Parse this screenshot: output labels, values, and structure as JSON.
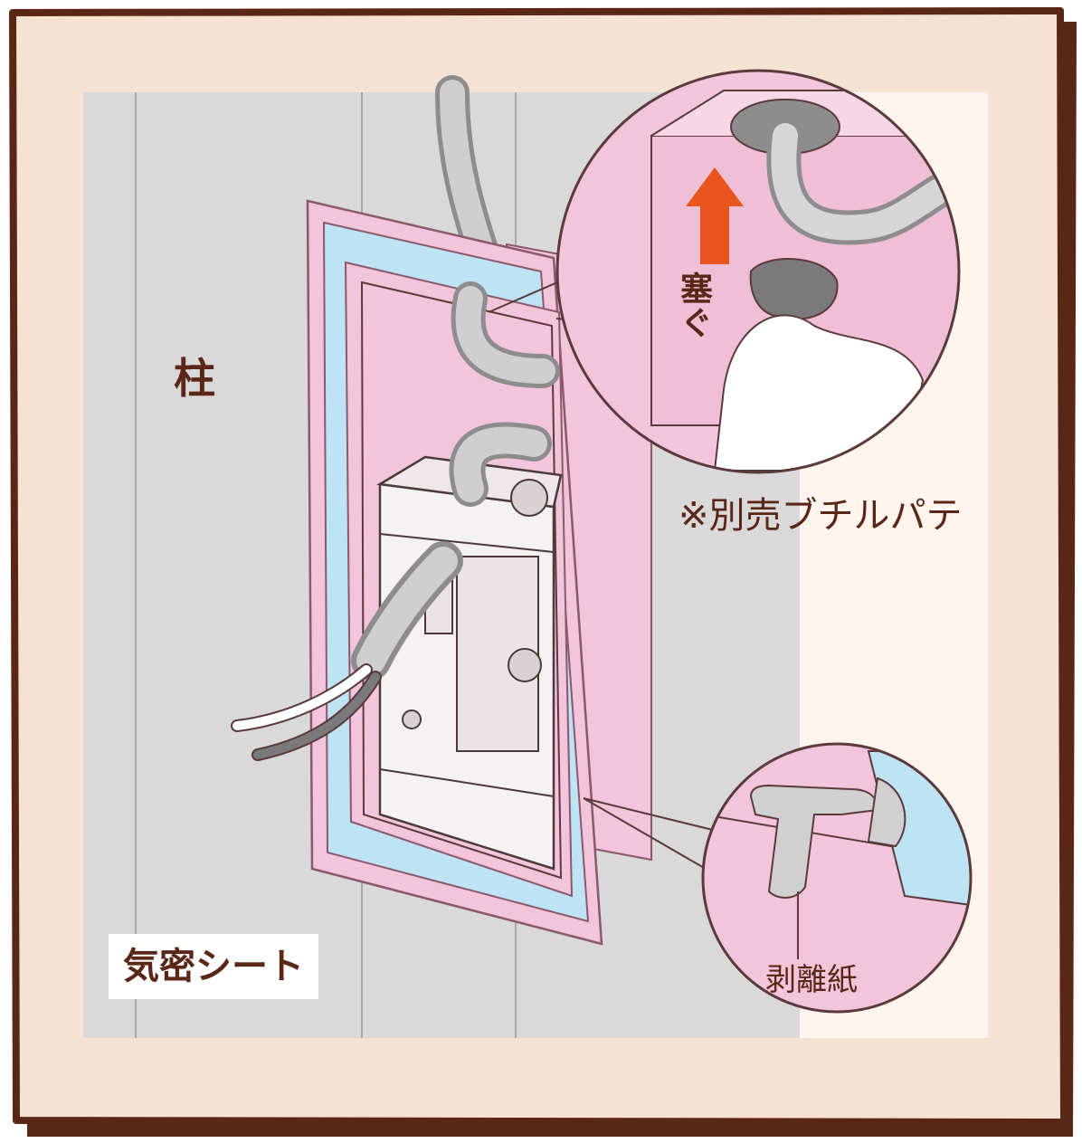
{
  "labels": {
    "pillar": "柱",
    "plug": "塞ぐ",
    "butyl_putty": "※別売ブチルパテ",
    "airtight_sheet": "気密シート",
    "release_paper": "剥離紙"
  },
  "icons": {
    "arrow": "arrow-up-icon"
  },
  "colors": {
    "frame_bg": "#f5e2d2",
    "frame_border": "#5a2616",
    "wall_gray": "#d9d9d9",
    "pillar_pink": "#f2c5da",
    "sheet_blue": "#bde3f5",
    "arrow_orange": "#e8541c",
    "text_brown": "#5a2616"
  }
}
